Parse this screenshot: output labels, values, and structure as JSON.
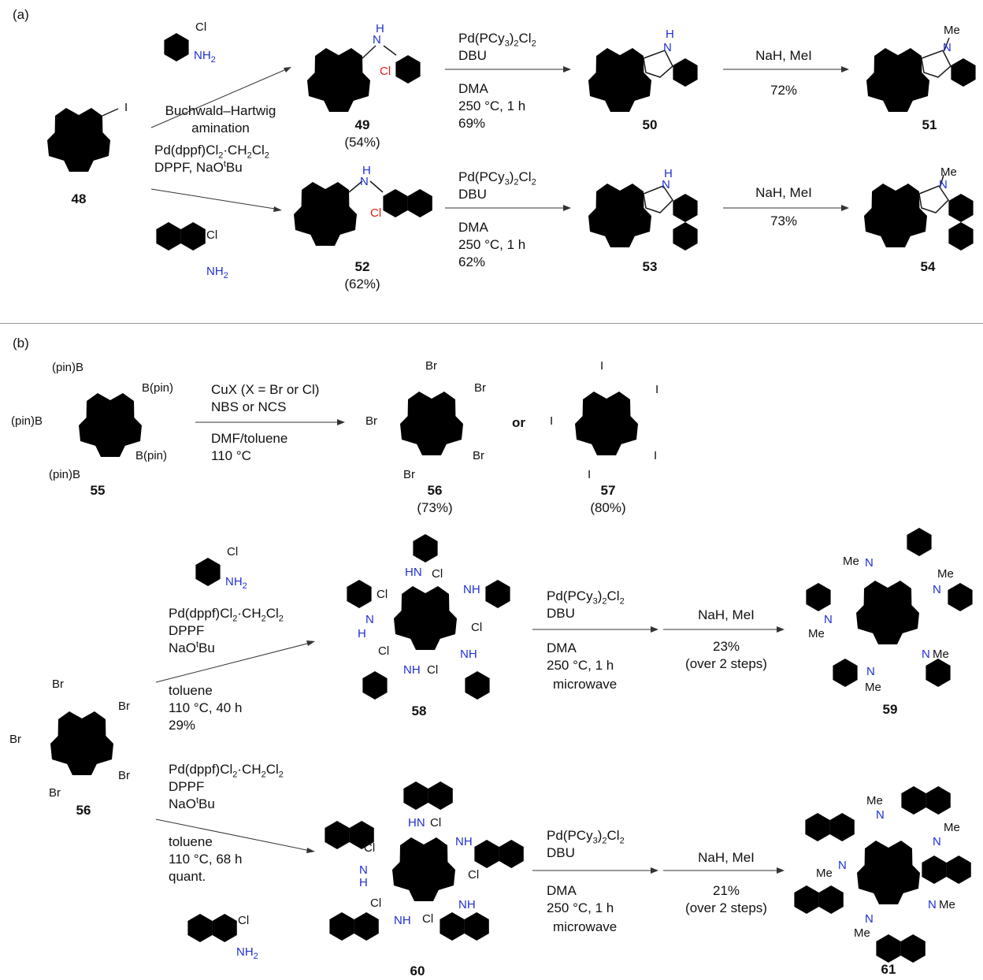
{
  "panel_a": {
    "label": "(a)",
    "compounds": {
      "c48": "48",
      "c49": "49",
      "c49_yield": "(54%)",
      "c50": "50",
      "c51": "51",
      "c52": "52",
      "c52_yield": "(62%)",
      "c53": "53",
      "c54": "54"
    },
    "reagents": {
      "aniline_cl": "Cl",
      "aniline_nh2": "NH2",
      "buchwald_1": "Buchwald–Hartwig",
      "buchwald_2": "amination",
      "cat_1": "Pd(dppf)Cl2·CH2Cl2",
      "cat_2": "DPPF, NaOtBu",
      "naph_cl": "Cl",
      "naph_nh2": "NH2",
      "step2_top_1": "Pd(PCy3)2Cl2",
      "step2_top_2": "DBU",
      "step2_top_3": "DMA",
      "step2_top_4": "250 °C, 1 h",
      "step2_top_5": "69%",
      "step3_top_1": "NaH, MeI",
      "step3_top_2": "72%",
      "step2_bot_1": "Pd(PCy3)2Cl2",
      "step2_bot_2": "DBU",
      "step2_bot_3": "DMA",
      "step2_bot_4": "250 °C, 1 h",
      "step2_bot_5": "62%",
      "step3_bot_1": "NaH, MeI",
      "step3_bot_2": "73%"
    },
    "atom_labels": {
      "I": "I",
      "H": "H",
      "N": "N",
      "Cl": "Cl",
      "Me": "Me"
    }
  },
  "panel_b": {
    "label": "(b)",
    "compounds": {
      "c55": "55",
      "c56": "56",
      "c56_yield": "(73%)",
      "c57": "57",
      "c57_yield": "(80%)",
      "c56b": "56",
      "c58": "58",
      "c59": "59",
      "c60": "60",
      "c61": "61"
    },
    "reagents": {
      "halo_1": "CuX (X = Br or Cl)",
      "halo_2": "NBS or NCS",
      "halo_3": "DMF/toluene",
      "halo_4": "110 °C",
      "or": "or",
      "top_aniline_cl": "Cl",
      "top_aniline_nh2": "NH2",
      "top_cat_1": "Pd(dppf)Cl2·CH2Cl2",
      "top_cat_2": "DPPF",
      "top_cat_3": "NaOtBu",
      "top_cond_1": "toluene",
      "top_cond_2": "110 °C, 40 h",
      "top_cond_3": "29%",
      "bot_cat_1": "Pd(dppf)Cl2·CH2Cl2",
      "bot_cat_2": "DPPF",
      "bot_cat_3": "NaOtBu",
      "bot_cond_1": "toluene",
      "bot_cond_2": "110 °C, 68 h",
      "bot_cond_3": "quant.",
      "bot_naph_cl": "Cl",
      "bot_naph_nh2": "NH2",
      "cyc_top_1": "Pd(PCy3)2Cl2",
      "cyc_top_2": "DBU",
      "cyc_top_3": "DMA",
      "cyc_top_4": "250 °C, 1 h",
      "cyc_top_5": "microwave",
      "me_top_1": "NaH, MeI",
      "me_top_2": "23%",
      "me_top_3": "(over 2 steps)",
      "cyc_bot_1": "Pd(PCy3)2Cl2",
      "cyc_bot_2": "DBU",
      "cyc_bot_3": "DMA",
      "cyc_bot_4": "250 °C, 1 h",
      "cyc_bot_5": "microwave",
      "me_bot_1": "NaH, MeI",
      "me_bot_2": "21%",
      "me_bot_3": "(over 2 steps)"
    },
    "substituents": {
      "bpin": "B(pin)",
      "pinb": "(pin)B",
      "Br": "Br",
      "I": "I",
      "HN": "HN",
      "NH": "NH",
      "N": "N",
      "H": "H",
      "Cl": "Cl",
      "Me": "Me"
    }
  }
}
